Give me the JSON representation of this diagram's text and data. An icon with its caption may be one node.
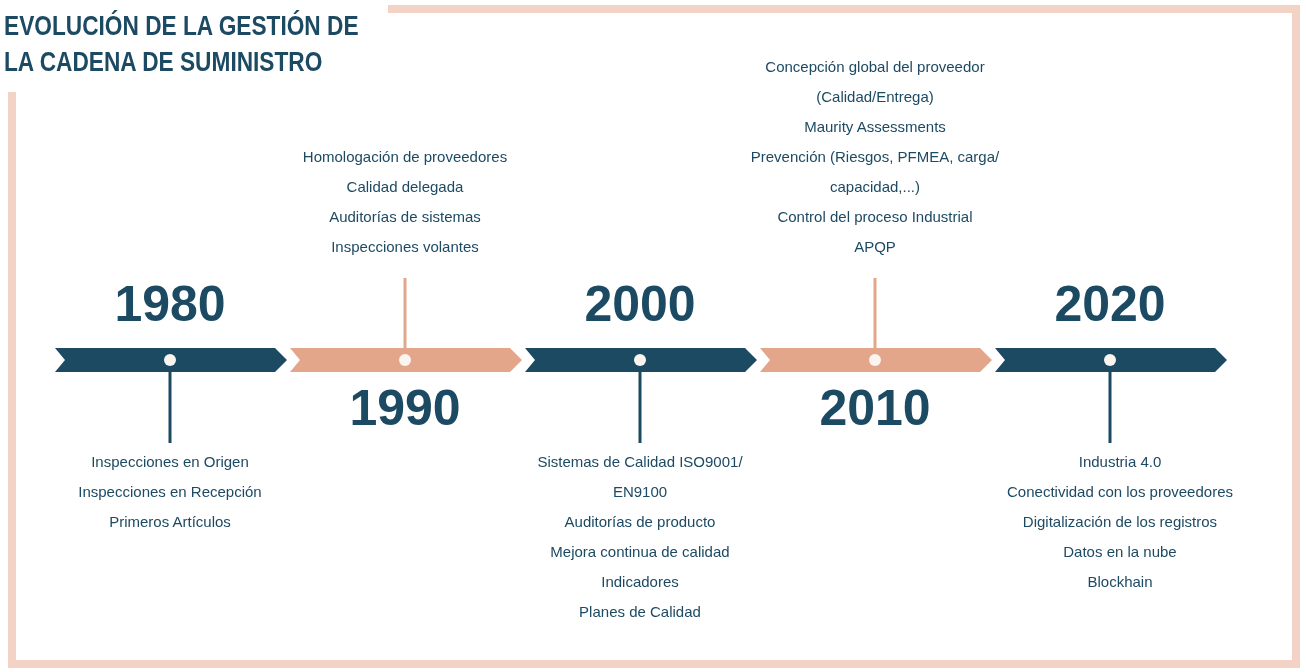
{
  "diagram": {
    "title": "EVOLUCIÓN DE LA GESTIÓN DE LA CADENA DE SUMINISTRO",
    "nodes": [
      {
        "text": [],
        "shape": "circle",
        "beside": [
          "1980"
        ]
      },
      {
        "text": [],
        "shape": "circle",
        "beside": [
          "1990"
        ]
      },
      {
        "text": [],
        "shape": "circle",
        "beside": [
          "2000"
        ]
      },
      {
        "text": [],
        "shape": "circle",
        "beside": [
          "2010"
        ]
      },
      {
        "text": [],
        "shape": "circle",
        "beside": [
          "2020"
        ]
      },
      {
        "text": [
          "Inspecciones en Origen",
          "Inspecciones en Recepción",
          "Primeros Artículos"
        ]
      },
      {
        "text": [
          "Homologación de proveedores",
          "Calidad delegada",
          "Auditorías de sistemas",
          "Inspecciones volantes"
        ]
      },
      {
        "text": [
          "Sistemas de Calidad ISO9001/ EN9100",
          "Auditorías de producto",
          "Mejora continua de calidad",
          "Indicadores",
          "Planes de Calidad"
        ]
      },
      {
        "text": [
          "Concepción global del proveedor (Calidad/Entrega)",
          "Maurity Assessments",
          "Prevención (Riesgos, PFMEA, carga/ capacidad,...)",
          "Control del proceso Industrial",
          "APQP"
        ]
      },
      {
        "text": [
          "Industria 4.0",
          "Conectividad con los proveedores",
          "Digitalización de los registros",
          "Datos en la nube",
          "Blockhain"
        ]
      }
    ],
    "edges": [
      {
        "from": 0,
        "to": 5,
        "arrow": "none"
      },
      {
        "from": 1,
        "to": 6,
        "arrow": "none",
        "color": "#e3a68a"
      },
      {
        "from": 2,
        "to": 7,
        "arrow": "none"
      },
      {
        "from": 3,
        "to": 8,
        "arrow": "none",
        "color": "#e3a68a"
      },
      {
        "from": 4,
        "to": 9,
        "arrow": "none"
      }
    ]
  }
}
